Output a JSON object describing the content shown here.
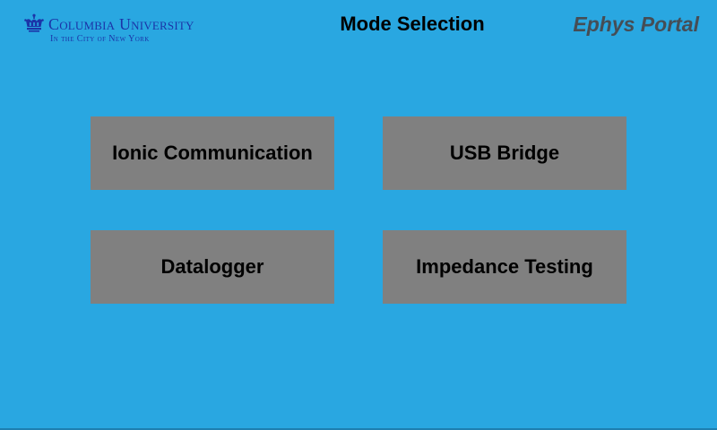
{
  "header": {
    "logo": {
      "name": "Columbia University",
      "subtitle": "In the City of New York",
      "icon": "crown-icon",
      "color": "#1b34a8"
    },
    "title": "Mode Selection",
    "portal_name": "Ephys Portal"
  },
  "modes": [
    {
      "label": "Ionic Communication"
    },
    {
      "label": "USB Bridge"
    },
    {
      "label": "Datalogger"
    },
    {
      "label": "Impedance Testing"
    }
  ],
  "colors": {
    "background": "#29a7e1",
    "button": "#808080",
    "portal_text": "#454d55"
  }
}
